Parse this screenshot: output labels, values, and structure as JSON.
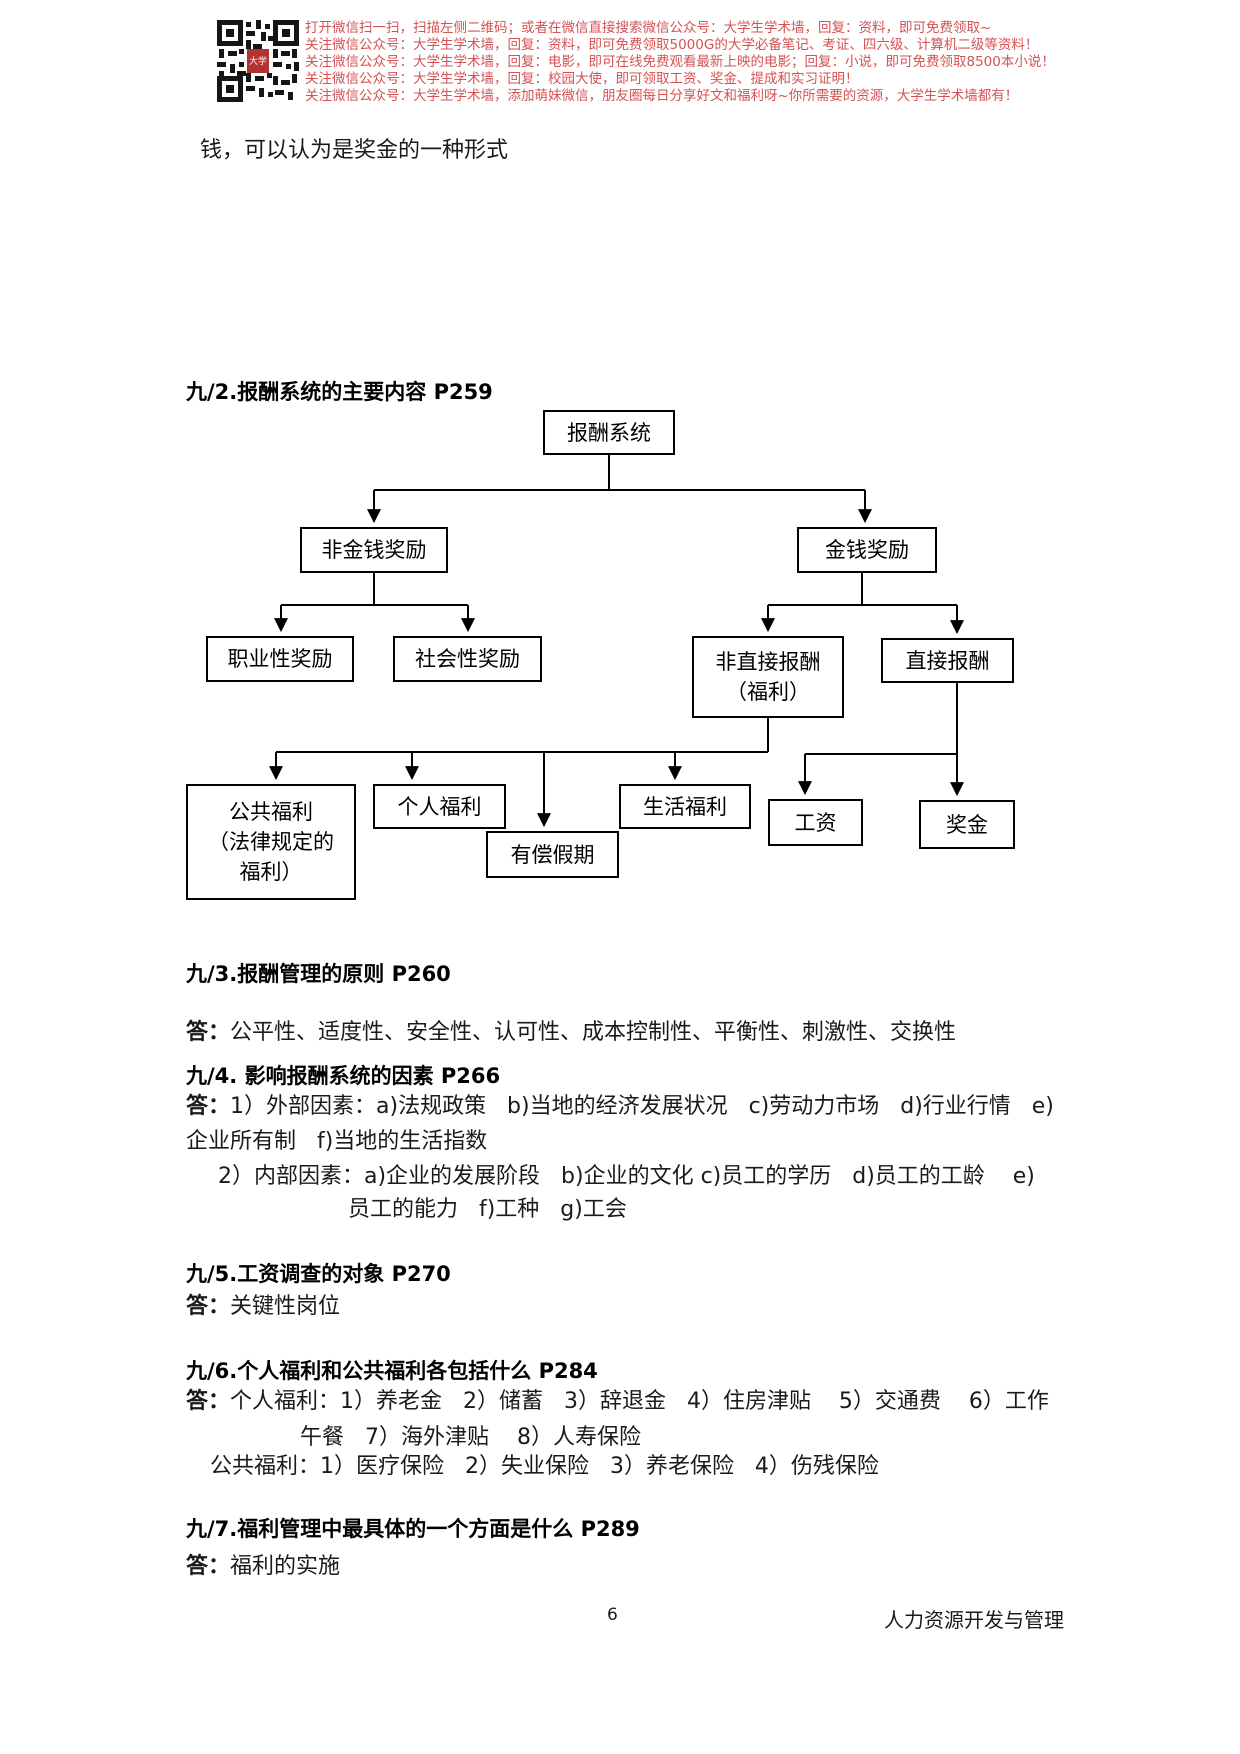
{
  "header": {
    "qr_center_label": "大学",
    "accent_color": "#d45252",
    "lines": [
      "打开微信扫一扫，扫描左侧二维码；或者在微信直接搜索微信公众号：大学生学术墙，回复：资料，即可免费领取~",
      "关注微信公众号：大学生学术墙，回复：资料，即可免费领取5000G的大学必备笔记、考证、四六级、计算机二级等资料！",
      "关注微信公众号：大学生学术墙，回复：电影，即可在线免费观看最新上映的电影；回复：小说，即可免费领取8500本小说！",
      "关注微信公众号：大学生学术墙，回复：校园大使，即可领取工资、奖金、提成和实习证明！",
      "关注微信公众号：大学生学术墙，添加萌妹微信，朋友圈每日分享好文和福利呀~你所需要的资源，大学生学术墙都有！"
    ]
  },
  "intro_line": "钱，可以认为是奖金的一种形式",
  "diagram": {
    "heading": "九/2.报酬系统的主要内容 P259",
    "type": "tree",
    "nodes": [
      {
        "id": "comp-system",
        "label": "报酬系统",
        "parent": null
      },
      {
        "id": "non-monetary",
        "label": "非金钱奖励",
        "parent": "comp-system"
      },
      {
        "id": "monetary",
        "label": "金钱奖励",
        "parent": "comp-system"
      },
      {
        "id": "career-reward",
        "label": "职业性奖励",
        "parent": "non-monetary"
      },
      {
        "id": "social-reward",
        "label": "社会性奖励",
        "parent": "non-monetary"
      },
      {
        "id": "indirect-comp",
        "label": "非直接报酬\n（福利）",
        "parent": "monetary"
      },
      {
        "id": "direct-comp",
        "label": "直接报酬",
        "parent": "monetary"
      },
      {
        "id": "public-welfare",
        "label": "公共福利\n（法律规定的\n福利）",
        "parent": "indirect-comp"
      },
      {
        "id": "personal-welfare",
        "label": "个人福利",
        "parent": "indirect-comp"
      },
      {
        "id": "paid-leave",
        "label": "有偿假期",
        "parent": "indirect-comp"
      },
      {
        "id": "living-welfare",
        "label": "生活福利",
        "parent": "indirect-comp"
      },
      {
        "id": "wage",
        "label": "工资",
        "parent": "direct-comp"
      },
      {
        "id": "bonus",
        "label": "奖金",
        "parent": "direct-comp"
      }
    ]
  },
  "sections": [
    {
      "heading": "九/3.报酬管理的原则 P260",
      "lines": [
        {
          "prefix": "答：",
          "text": "公平性、适度性、安全性、认可性、成本控制性、平衡性、刺激性、交换性"
        }
      ]
    },
    {
      "heading": "九/4. 影响报酬系统的因素 P266",
      "lines": [
        {
          "prefix": "答：",
          "text": "1）外部因素：a)法规政策   b)当地的经济发展状况   c)劳动力市场   d)行业行情   e)"
        },
        {
          "prefix": "",
          "text": "企业所有制   f)当地的生活指数"
        },
        {
          "prefix": "",
          "text": "2）内部因素：a)企业的发展阶段   b)企业的文化 c)员工的学历   d)员工的工龄    e)"
        },
        {
          "prefix": "",
          "text": "员工的能力   f)工种   g)工会"
        }
      ]
    },
    {
      "heading": "九/5.工资调查的对象 P270",
      "lines": [
        {
          "prefix": "答：",
          "text": "关键性岗位"
        }
      ]
    },
    {
      "heading": "九/6.个人福利和公共福利各包括什么 P284",
      "lines": [
        {
          "prefix": "答：",
          "text": "个人福利：1）养老金   2）储蓄   3）辞退金   4）住房津贴    5）交通费    6）工作"
        },
        {
          "prefix": "",
          "text": "午餐   7）海外津贴    8）人寿保险"
        },
        {
          "prefix": "",
          "text": "公共福利：1）医疗保险   2）失业保险   3）养老保险   4）伤残保险"
        }
      ]
    },
    {
      "heading": "九/7.福利管理中最具体的一个方面是什么 P289",
      "lines": [
        {
          "prefix": "答：",
          "text": "福利的实施"
        }
      ]
    }
  ],
  "footer": {
    "page_number": "6",
    "doc_title": "人力资源开发与管理"
  }
}
